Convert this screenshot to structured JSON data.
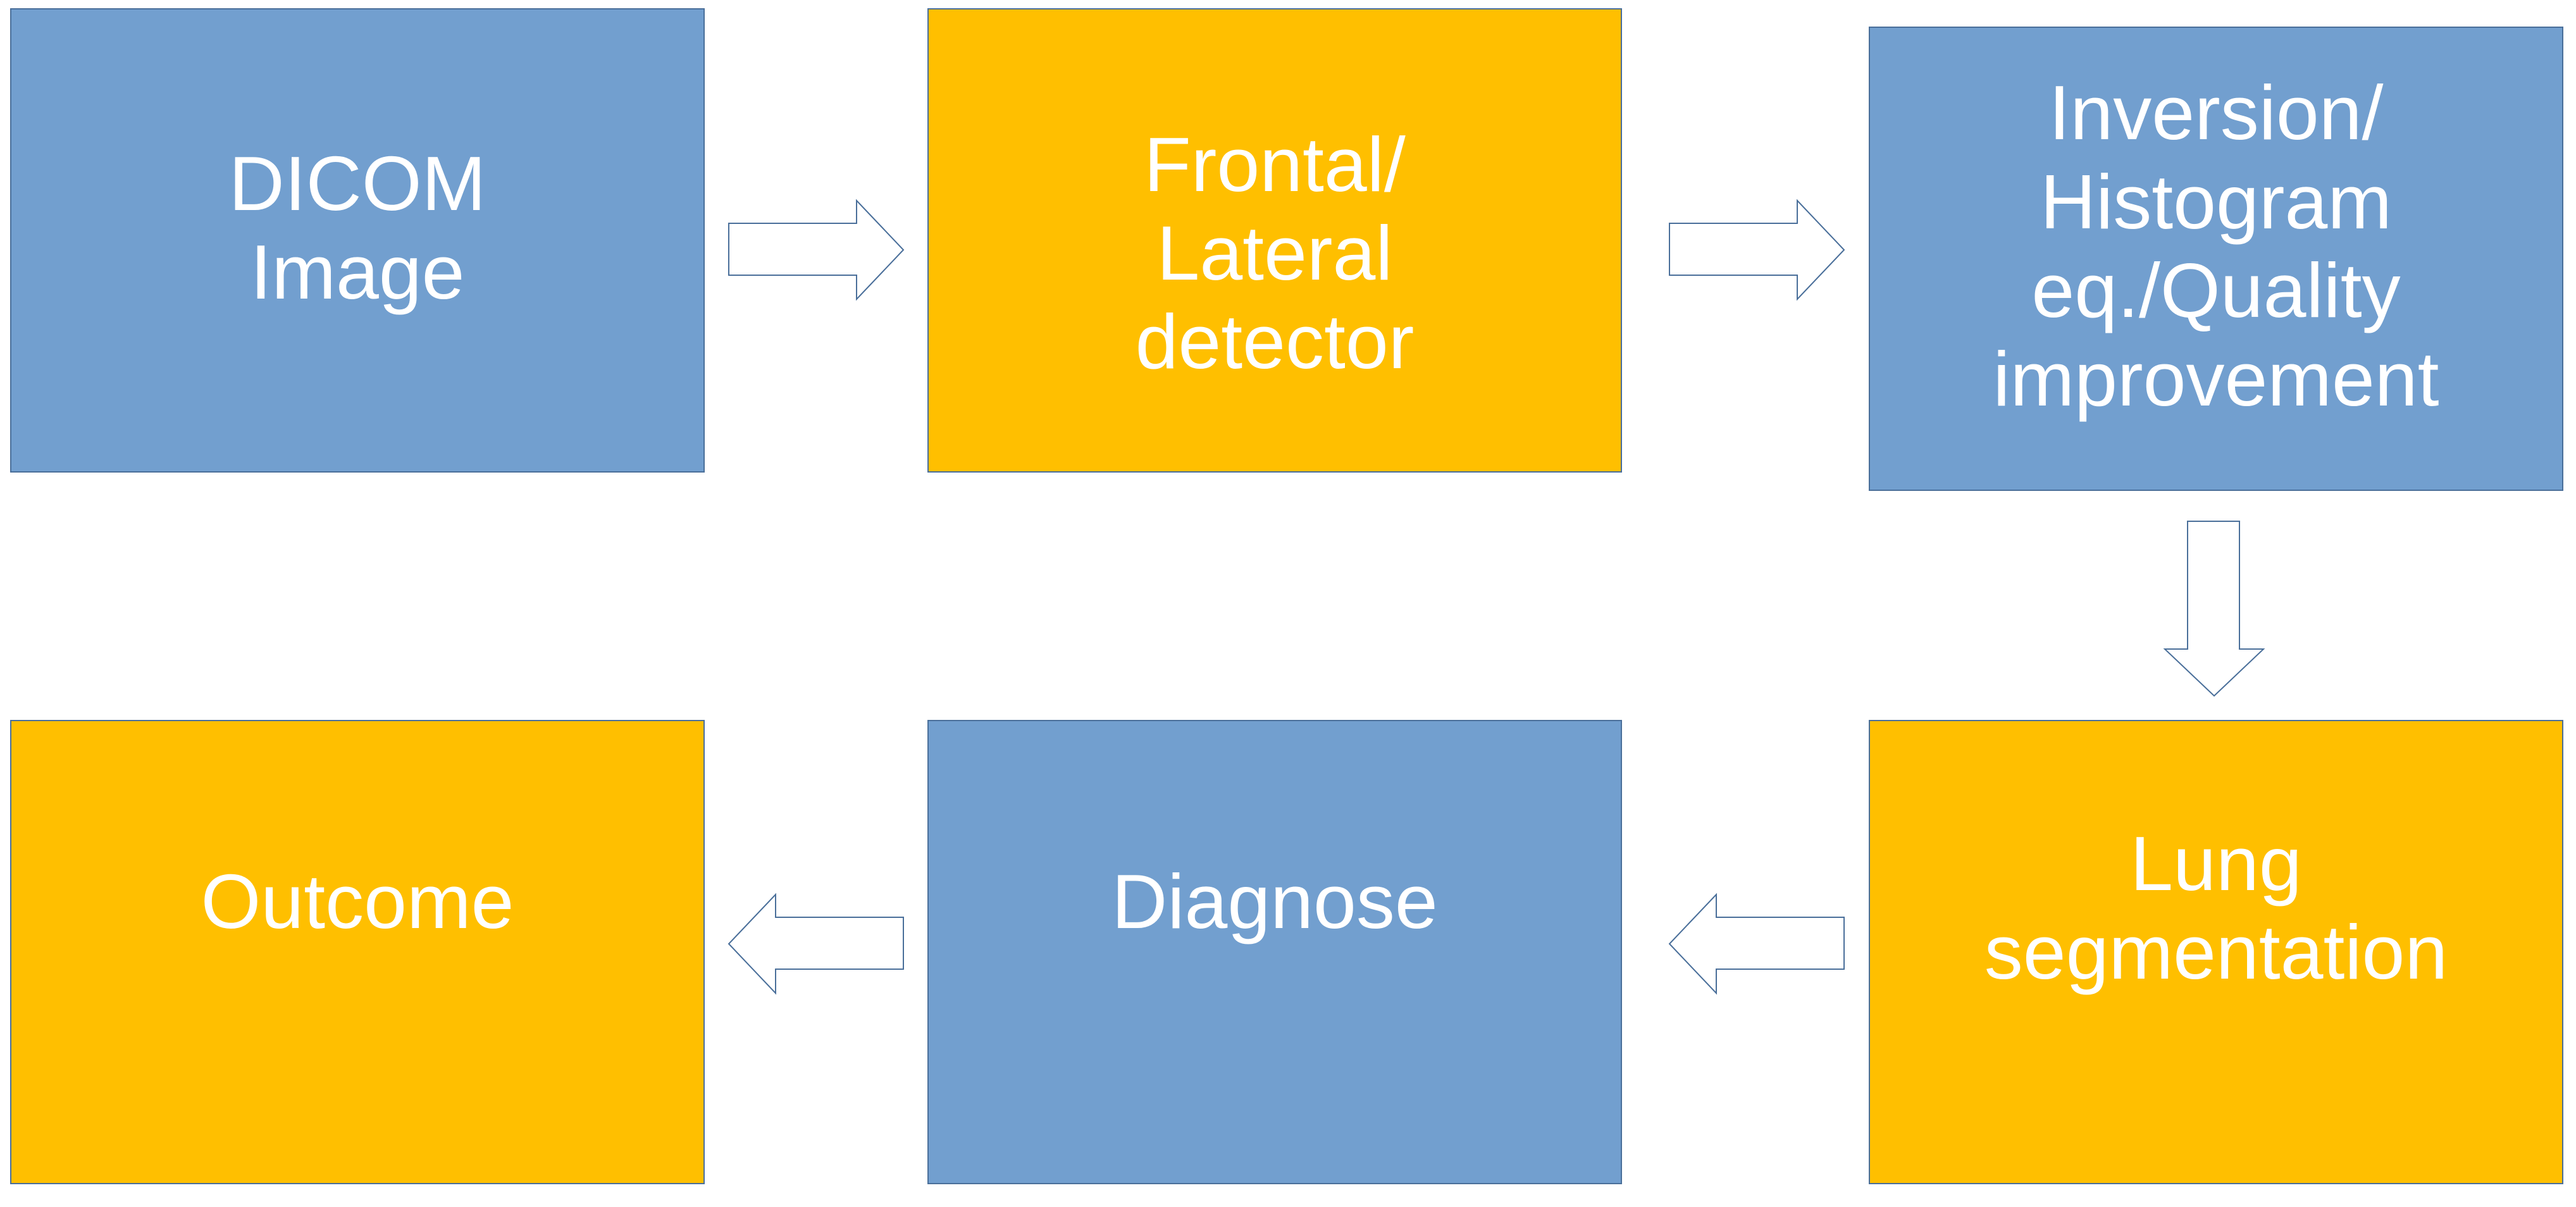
{
  "diagram": {
    "nodes": [
      {
        "id": "dicom",
        "label": "DICOM\nImage",
        "color": "#729fcf"
      },
      {
        "id": "frontal",
        "label": "Frontal/\nLateral\ndetector",
        "color": "#ffbf00"
      },
      {
        "id": "inversion",
        "label": "Inversion/\nHistogram\neq./Quality\nimprovement",
        "color": "#729fcf"
      },
      {
        "id": "lung",
        "label": "Lung\nsegmentation",
        "color": "#ffbf00"
      },
      {
        "id": "diagnose",
        "label": "Diagnose",
        "color": "#729fcf"
      },
      {
        "id": "outcome",
        "label": "Outcome",
        "color": "#ffbf00"
      }
    ],
    "edges": [
      {
        "from": "dicom",
        "to": "frontal"
      },
      {
        "from": "frontal",
        "to": "inversion"
      },
      {
        "from": "inversion",
        "to": "lung"
      },
      {
        "from": "lung",
        "to": "diagnose"
      },
      {
        "from": "diagnose",
        "to": "outcome"
      }
    ]
  }
}
